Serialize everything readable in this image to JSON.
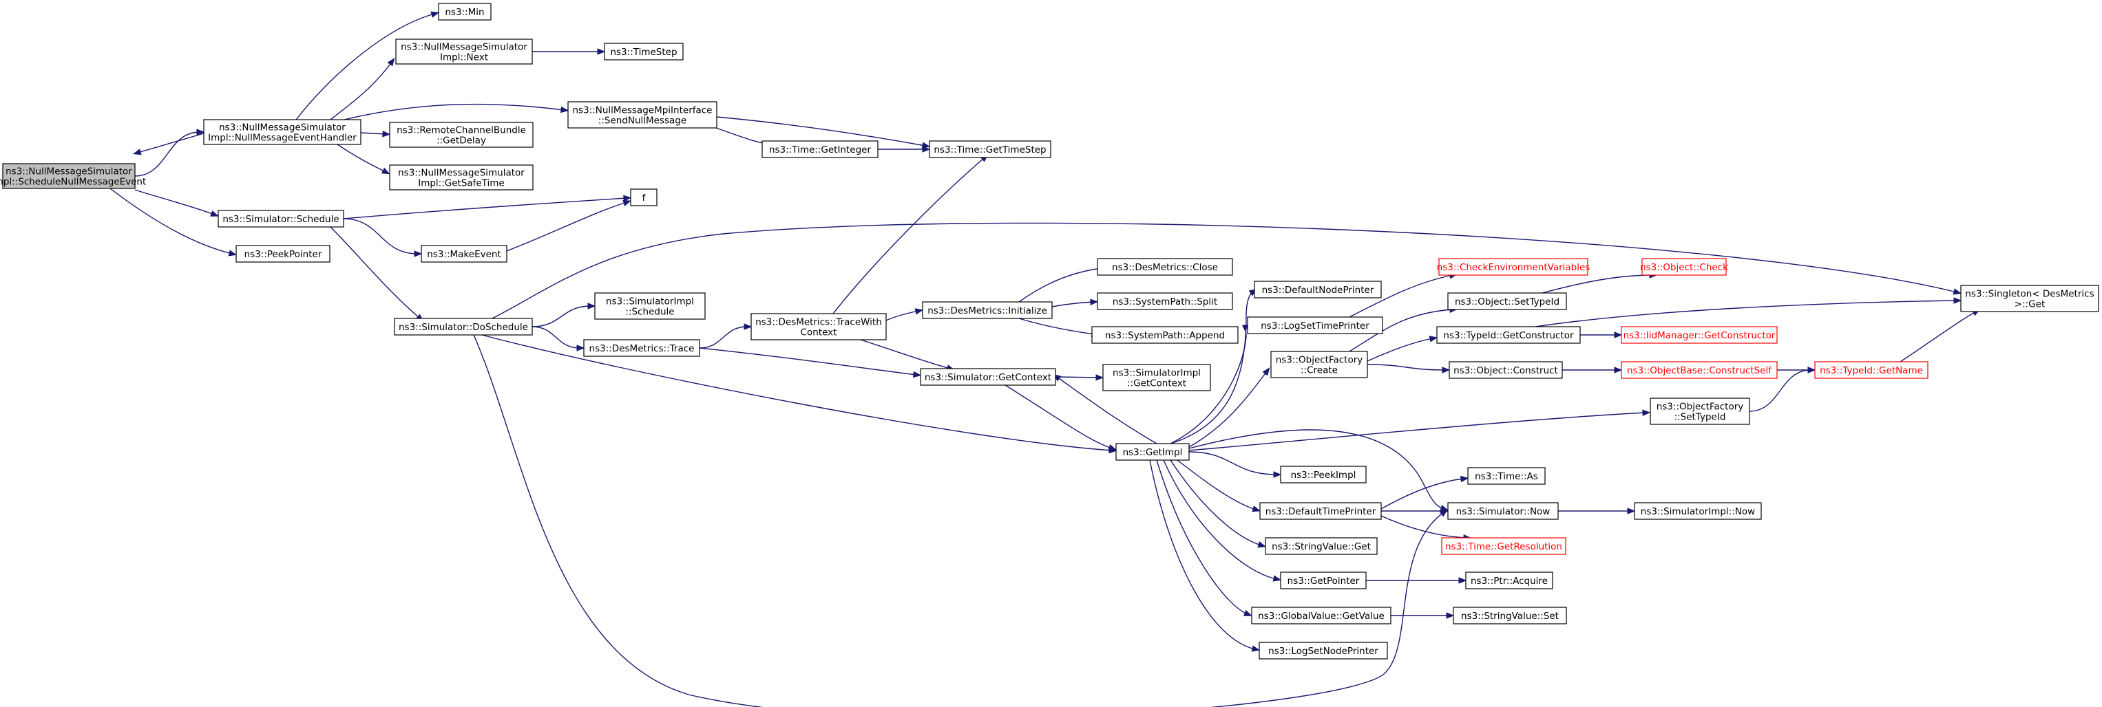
{
  "nodes": [
    {
      "id": "root",
      "label": [
        "ns3::NullMessageSimulator",
        "Impl::ScheduleNullMessageEvent"
      ],
      "style": "root"
    },
    {
      "id": "handler",
      "label": [
        "ns3::NullMessageSimulator",
        "Impl::NullMessageEventHandler"
      ]
    },
    {
      "id": "min",
      "label": [
        "ns3::Min"
      ]
    },
    {
      "id": "next",
      "label": [
        "ns3::NullMessageSimulator",
        "Impl::Next"
      ]
    },
    {
      "id": "timestep",
      "label": [
        "ns3::TimeStep"
      ]
    },
    {
      "id": "sendnull",
      "label": [
        "ns3::NullMessageMpiInterface",
        "::SendNullMessage"
      ]
    },
    {
      "id": "getdelay",
      "label": [
        "ns3::RemoteChannelBundle",
        "::GetDelay"
      ]
    },
    {
      "id": "getsafetime",
      "label": [
        "ns3::NullMessageSimulator",
        "Impl::GetSafeTime"
      ]
    },
    {
      "id": "getinteger",
      "label": [
        "ns3::Time::GetInteger"
      ]
    },
    {
      "id": "gettimestep",
      "label": [
        "ns3::Time::GetTimeStep"
      ]
    },
    {
      "id": "schedule",
      "label": [
        "ns3::Simulator::Schedule"
      ]
    },
    {
      "id": "f",
      "label": [
        "f"
      ]
    },
    {
      "id": "peekpointer",
      "label": [
        "ns3::PeekPointer"
      ]
    },
    {
      "id": "makeevent",
      "label": [
        "ns3::MakeEvent"
      ]
    },
    {
      "id": "doschedule",
      "label": [
        "ns3::Simulator::DoSchedule"
      ]
    },
    {
      "id": "simimplschedule",
      "label": [
        "ns3::SimulatorImpl",
        "::Schedule"
      ]
    },
    {
      "id": "destrace",
      "label": [
        "ns3::DesMetrics::Trace"
      ]
    },
    {
      "id": "tracewith",
      "label": [
        "ns3::DesMetrics::TraceWith",
        "Context"
      ]
    },
    {
      "id": "desinit",
      "label": [
        "ns3::DesMetrics::Initialize"
      ]
    },
    {
      "id": "desclose",
      "label": [
        "ns3::DesMetrics::Close"
      ]
    },
    {
      "id": "split",
      "label": [
        "ns3::SystemPath::Split"
      ]
    },
    {
      "id": "append",
      "label": [
        "ns3::SystemPath::Append"
      ]
    },
    {
      "id": "getcontext",
      "label": [
        "ns3::Simulator::GetContext"
      ]
    },
    {
      "id": "simimplgetcontext",
      "label": [
        "ns3::SimulatorImpl",
        "::GetContext"
      ]
    },
    {
      "id": "getimpl",
      "label": [
        "ns3::GetImpl"
      ]
    },
    {
      "id": "defnodeprinter",
      "label": [
        "ns3::DefaultNodePrinter"
      ]
    },
    {
      "id": "logsettimeprinter",
      "label": [
        "ns3::LogSetTimePrinter"
      ]
    },
    {
      "id": "checkenv",
      "label": [
        "ns3::CheckEnvironmentVariables"
      ],
      "style": "trunc"
    },
    {
      "id": "objfactorycreate",
      "label": [
        "ns3::ObjectFactory",
        "::Create"
      ]
    },
    {
      "id": "objsettypeid",
      "label": [
        "ns3::Object::SetTypeId"
      ]
    },
    {
      "id": "objcheck",
      "label": [
        "ns3::Object::Check"
      ],
      "style": "trunc"
    },
    {
      "id": "typeidgetctor",
      "label": [
        "ns3::TypeId::GetConstructor"
      ]
    },
    {
      "id": "iidmanager",
      "label": [
        "ns3::IidManager::GetConstructor"
      ],
      "style": "trunc"
    },
    {
      "id": "objconstruct",
      "label": [
        "ns3::Object::Construct"
      ]
    },
    {
      "id": "constructself",
      "label": [
        "ns3::ObjectBase::ConstructSelf"
      ],
      "style": "trunc"
    },
    {
      "id": "typeidgetname",
      "label": [
        "ns3::TypeId::GetName"
      ],
      "style": "trunc"
    },
    {
      "id": "singleton",
      "label": [
        "ns3::Singleton< DesMetrics",
        " >::Get"
      ]
    },
    {
      "id": "objfactorysettypeid",
      "label": [
        "ns3::ObjectFactory",
        "::SetTypeId"
      ]
    },
    {
      "id": "peekimpl",
      "label": [
        "ns3::PeekImpl"
      ]
    },
    {
      "id": "deftimeprinter",
      "label": [
        "ns3::DefaultTimePrinter"
      ]
    },
    {
      "id": "timeas",
      "label": [
        "ns3::Time::As"
      ]
    },
    {
      "id": "simnow",
      "label": [
        "ns3::Simulator::Now"
      ]
    },
    {
      "id": "simimplnow",
      "label": [
        "ns3::SimulatorImpl::Now"
      ]
    },
    {
      "id": "getresolution",
      "label": [
        "ns3::Time::GetResolution"
      ],
      "style": "trunc"
    },
    {
      "id": "stringvalueget",
      "label": [
        "ns3::StringValue::Get"
      ]
    },
    {
      "id": "getpointer",
      "label": [
        "ns3::GetPointer"
      ]
    },
    {
      "id": "ptracquire",
      "label": [
        "ns3::Ptr::Acquire"
      ]
    },
    {
      "id": "globalgetvalue",
      "label": [
        "ns3::GlobalValue::GetValue"
      ]
    },
    {
      "id": "stringvalueset",
      "label": [
        "ns3::StringValue::Set"
      ]
    },
    {
      "id": "logsetnodeprinter",
      "label": [
        "ns3::LogSetNodePrinter"
      ]
    }
  ],
  "edges": [
    [
      "root",
      "handler"
    ],
    [
      "handler",
      "root"
    ],
    [
      "root",
      "schedule"
    ],
    [
      "root",
      "peekpointer"
    ],
    [
      "handler",
      "min"
    ],
    [
      "handler",
      "next"
    ],
    [
      "handler",
      "sendnull"
    ],
    [
      "handler",
      "getdelay"
    ],
    [
      "handler",
      "getsafetime"
    ],
    [
      "next",
      "timestep"
    ],
    [
      "sendnull",
      "getinteger"
    ],
    [
      "sendnull",
      "gettimestep"
    ],
    [
      "getinteger",
      "gettimestep"
    ],
    [
      "schedule",
      "f"
    ],
    [
      "schedule",
      "makeevent"
    ],
    [
      "schedule",
      "doschedule"
    ],
    [
      "makeevent",
      "f"
    ],
    [
      "doschedule",
      "singleton"
    ],
    [
      "doschedule",
      "simimplschedule"
    ],
    [
      "doschedule",
      "destrace"
    ],
    [
      "doschedule",
      "getimpl"
    ],
    [
      "doschedule",
      "simnow"
    ],
    [
      "destrace",
      "tracewith"
    ],
    [
      "destrace",
      "getcontext"
    ],
    [
      "tracewith",
      "gettimestep"
    ],
    [
      "tracewith",
      "desinit"
    ],
    [
      "tracewith",
      "getcontext"
    ],
    [
      "desinit",
      "desclose"
    ],
    [
      "desinit",
      "split"
    ],
    [
      "desinit",
      "append"
    ],
    [
      "getcontext",
      "simimplgetcontext"
    ],
    [
      "getcontext",
      "getimpl"
    ],
    [
      "getimpl",
      "getcontext"
    ],
    [
      "getimpl",
      "defnodeprinter"
    ],
    [
      "getimpl",
      "logsettimeprinter"
    ],
    [
      "getimpl",
      "objfactorycreate"
    ],
    [
      "getimpl",
      "objfactorysettypeid"
    ],
    [
      "getimpl",
      "peekimpl"
    ],
    [
      "getimpl",
      "deftimeprinter"
    ],
    [
      "getimpl",
      "simnow"
    ],
    [
      "getimpl",
      "stringvalueget"
    ],
    [
      "getimpl",
      "getpointer"
    ],
    [
      "getimpl",
      "globalgetvalue"
    ],
    [
      "getimpl",
      "logsetnodeprinter"
    ],
    [
      "logsettimeprinter",
      "checkenv"
    ],
    [
      "objfactorycreate",
      "objsettypeid"
    ],
    [
      "objfactorycreate",
      "typeidgetctor"
    ],
    [
      "objfactorycreate",
      "objconstruct"
    ],
    [
      "objsettypeid",
      "objcheck"
    ],
    [
      "typeidgetctor",
      "singleton"
    ],
    [
      "typeidgetctor",
      "iidmanager"
    ],
    [
      "objconstruct",
      "constructself"
    ],
    [
      "constructself",
      "typeidgetname"
    ],
    [
      "typeidgetname",
      "singleton"
    ],
    [
      "objfactorysettypeid",
      "typeidgetname"
    ],
    [
      "deftimeprinter",
      "timeas"
    ],
    [
      "deftimeprinter",
      "simnow"
    ],
    [
      "deftimeprinter",
      "getresolution"
    ],
    [
      "simnow",
      "simimplnow"
    ],
    [
      "getpointer",
      "ptracquire"
    ],
    [
      "globalgetvalue",
      "stringvalueset"
    ]
  ]
}
